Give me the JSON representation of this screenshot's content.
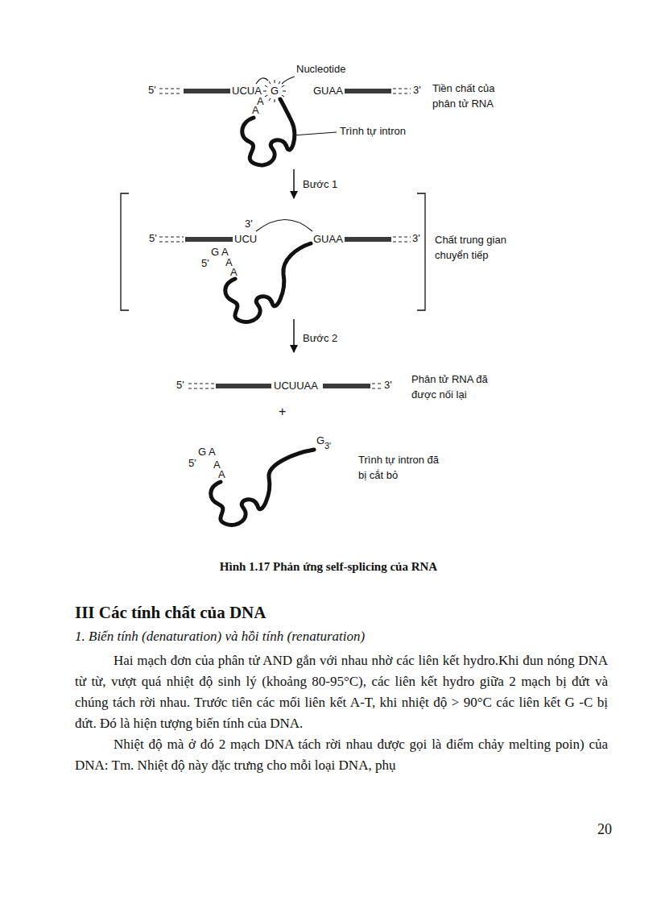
{
  "diagram": {
    "caption": "Hình 1.17 Phản ứng self-splicing của RNA",
    "labels": [
      "Nucleotide",
      "5'",
      "UCUA",
      "G",
      "GUAA",
      "3'",
      "A",
      "A",
      "Tiền chất của phân tử RNA",
      "Trình tự intron",
      "Bước 1",
      "5'",
      "UCU",
      "3'",
      "GUAA",
      "3'",
      "G A",
      "5'",
      "A",
      "A",
      "Chất trung gian chuyển tiếp",
      "Bước 2",
      "5'",
      "UCUUAA",
      "3'",
      "Phân tử RNA đã được nối lại",
      "+",
      "G A",
      "5'",
      "A",
      "A",
      "G",
      "3'",
      "Trình tự intron đã bị cắt bỏ",
      "III Các tính chất của DNA",
      "1. Biến tính (denaturation) và hồi tính (renaturation)",
      "Hai mạch đơn của phân tử AND gắn với nhau nhờ các liên kết hydro.Khi đun nóng DNA từ từ, vượt quá nhiệt độ sinh lý (khoảng 80-95°C), các liên kết hydro giữa 2 mạch bị đứt và chúng tách rời nhau. Trước tiên các mối liên kết A-T, khi nhiệt độ > 90°C các liên kết G -C bị đứt. Đó là hiện tượng biến tính của DNA.",
      "Nhiệt độ mà ở đó 2 mạch DNA tách rời nhau được gọi là điểm chảy melting poin) của DNA: Tm. Nhiệt độ này đặc trưng cho mỗi loại DNA, phụ",
      "20"
    ]
  }
}
